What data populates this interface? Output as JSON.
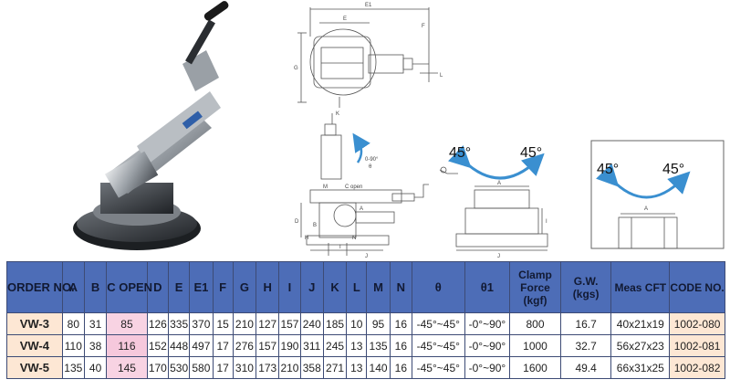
{
  "diagram": {
    "front_view_labels": [
      "E1",
      "E",
      "F",
      "G",
      "L",
      "K"
    ],
    "side_view_labels": [
      "M",
      "C open",
      "A",
      "D",
      "B",
      "I",
      "J",
      "N",
      "H",
      "θ",
      "0-90°"
    ],
    "pivot_view_labels": [
      "A",
      "J",
      "I"
    ],
    "angle_left": "45°",
    "angle_right": "45°",
    "angle_left_2": "45°",
    "angle_right_2": "45°",
    "inset_label": "A"
  },
  "table": {
    "headers": [
      "ORDER NO.",
      "A",
      "B",
      "C OPEN",
      "D",
      "E",
      "E1",
      "F",
      "G",
      "H",
      "I",
      "J",
      "K",
      "L",
      "M",
      "N",
      "θ",
      "θ1",
      "Clamp Force (kgf)",
      "G.W. (kgs)",
      "Meas CFT",
      "CODE NO."
    ],
    "rows": [
      [
        "VW-3",
        "80",
        "31",
        "85",
        "126",
        "335",
        "370",
        "15",
        "210",
        "127",
        "157",
        "240",
        "185",
        "10",
        "95",
        "16",
        "-45°~45°",
        "-0°~90°",
        "800",
        "16.7",
        "40x21x19",
        "1002-080"
      ],
      [
        "VW-4",
        "110",
        "38",
        "116",
        "152",
        "448",
        "497",
        "17",
        "276",
        "157",
        "190",
        "311",
        "245",
        "13",
        "135",
        "16",
        "-45°~45°",
        "-0°~90°",
        "1000",
        "32.7",
        "56x27x23",
        "1002-081"
      ],
      [
        "VW-5",
        "135",
        "40",
        "145",
        "170",
        "530",
        "580",
        "17",
        "310",
        "173",
        "210",
        "358",
        "271",
        "13",
        "140",
        "16",
        "-45°~45°",
        "-0°~90°",
        "1600",
        "49.4",
        "66x31x25",
        "1002-082"
      ]
    ]
  },
  "colors": {
    "header_bg": "#4d6db7",
    "order_bg": "#fde7d4",
    "copen_bg": "#f8d3e3",
    "arc_blue": "#3a8fd0"
  }
}
